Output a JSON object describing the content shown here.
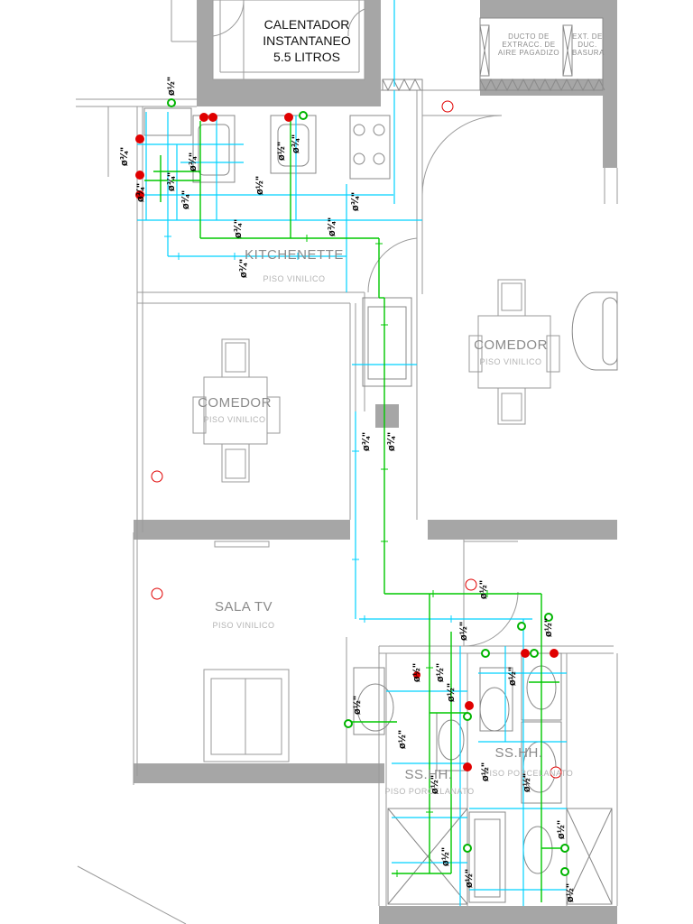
{
  "heater": {
    "line1": "CALENTADOR",
    "line2": "INSTANTANEO",
    "line3": "5.5  LITROS"
  },
  "duct": {
    "line1": "DUCTO DE",
    "line2": "EXTRACC. DE",
    "line3": "AIRE PAGADIZO"
  },
  "duct2": {
    "line1": "EXT. DE",
    "line2": "DUC.",
    "line3": "BASURA"
  },
  "rooms": {
    "kitchenette": {
      "name": "KITCHENETTE",
      "floor": "PISO VINILICO"
    },
    "comedor_right": {
      "name": "COMEDOR",
      "floor": "PISO VINILICO"
    },
    "comedor_left": {
      "name": "COMEDOR",
      "floor": "PISO VINILICO"
    },
    "sala_tv": {
      "name": "SALA TV",
      "floor": "PISO VINILICO"
    },
    "sshh_left": {
      "name": "SS.HH.",
      "floor": "PISO PORCELANATO"
    },
    "sshh_right": {
      "name": "SS.HH.",
      "floor": "PISO PORCELANATO"
    }
  },
  "pipe_labels": {
    "half": "ø½\"",
    "three_quarter": "ø¾\""
  },
  "colors": {
    "wall": "#a6a6a6",
    "cold_water": "#00d2ff",
    "hot_water": "#00c800",
    "fixture": "#888888",
    "valve": "#e00000"
  }
}
